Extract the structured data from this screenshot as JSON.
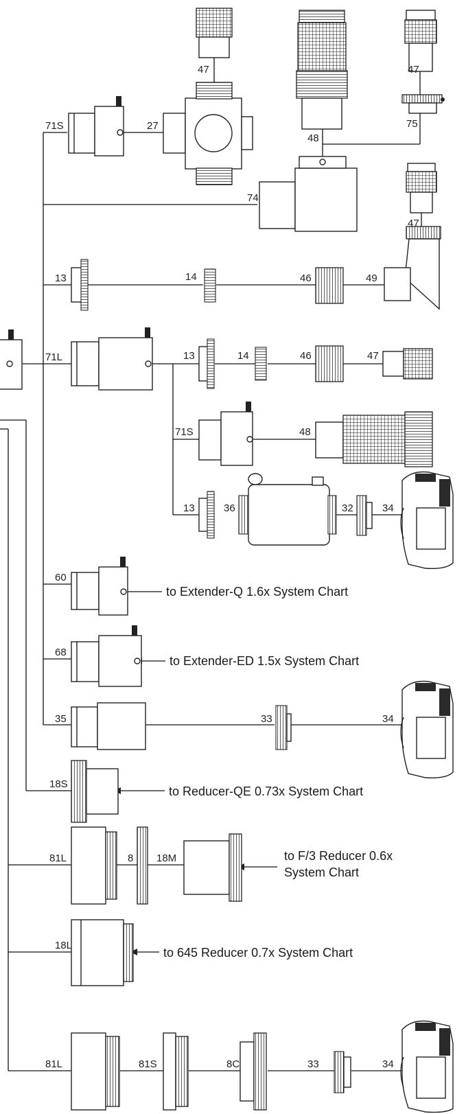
{
  "labels": {
    "p71S_a": "71S",
    "p27": "27",
    "p47_a": "47",
    "p48_a": "48",
    "p75": "75",
    "p47_b": "47",
    "p74": "74",
    "p47_c": "47",
    "p13_a": "13",
    "p14_a": "14",
    "p46_a": "46",
    "p49": "49",
    "p71L": "71L",
    "p13_b": "13",
    "p14_b": "14",
    "p46_b": "46",
    "p47_d": "47",
    "p71S_b": "71S",
    "p48_b": "48",
    "p13_c": "13",
    "p36": "36",
    "p32": "32",
    "p34_a": "34",
    "p60": "60",
    "p68": "68",
    "p35": "35",
    "p33_a": "33",
    "p34_b": "34",
    "p18S": "18S",
    "p81L_a": "81L",
    "p8": "8",
    "p18M": "18M",
    "p18L": "18L",
    "p81L_b": "81L",
    "p81S": "81S",
    "p8C": "8C",
    "p33_b": "33",
    "p34_c": "34"
  },
  "destinations": {
    "extender_q": "to Extender-Q 1.6x System Chart",
    "extender_ed": "to Extender-ED 1.5x System Chart",
    "reducer_qe": "to Reducer-QE 0.73x System Chart",
    "f3_reducer_line1": "to F/3 Reducer 0.6x",
    "f3_reducer_line2": "System Chart",
    "reducer_645": "to 645 Reducer 0.7x System Chart"
  },
  "colors": {
    "line": "#111111",
    "part_fill": "#ffffff",
    "camera_dark": "#2a2a2a"
  }
}
